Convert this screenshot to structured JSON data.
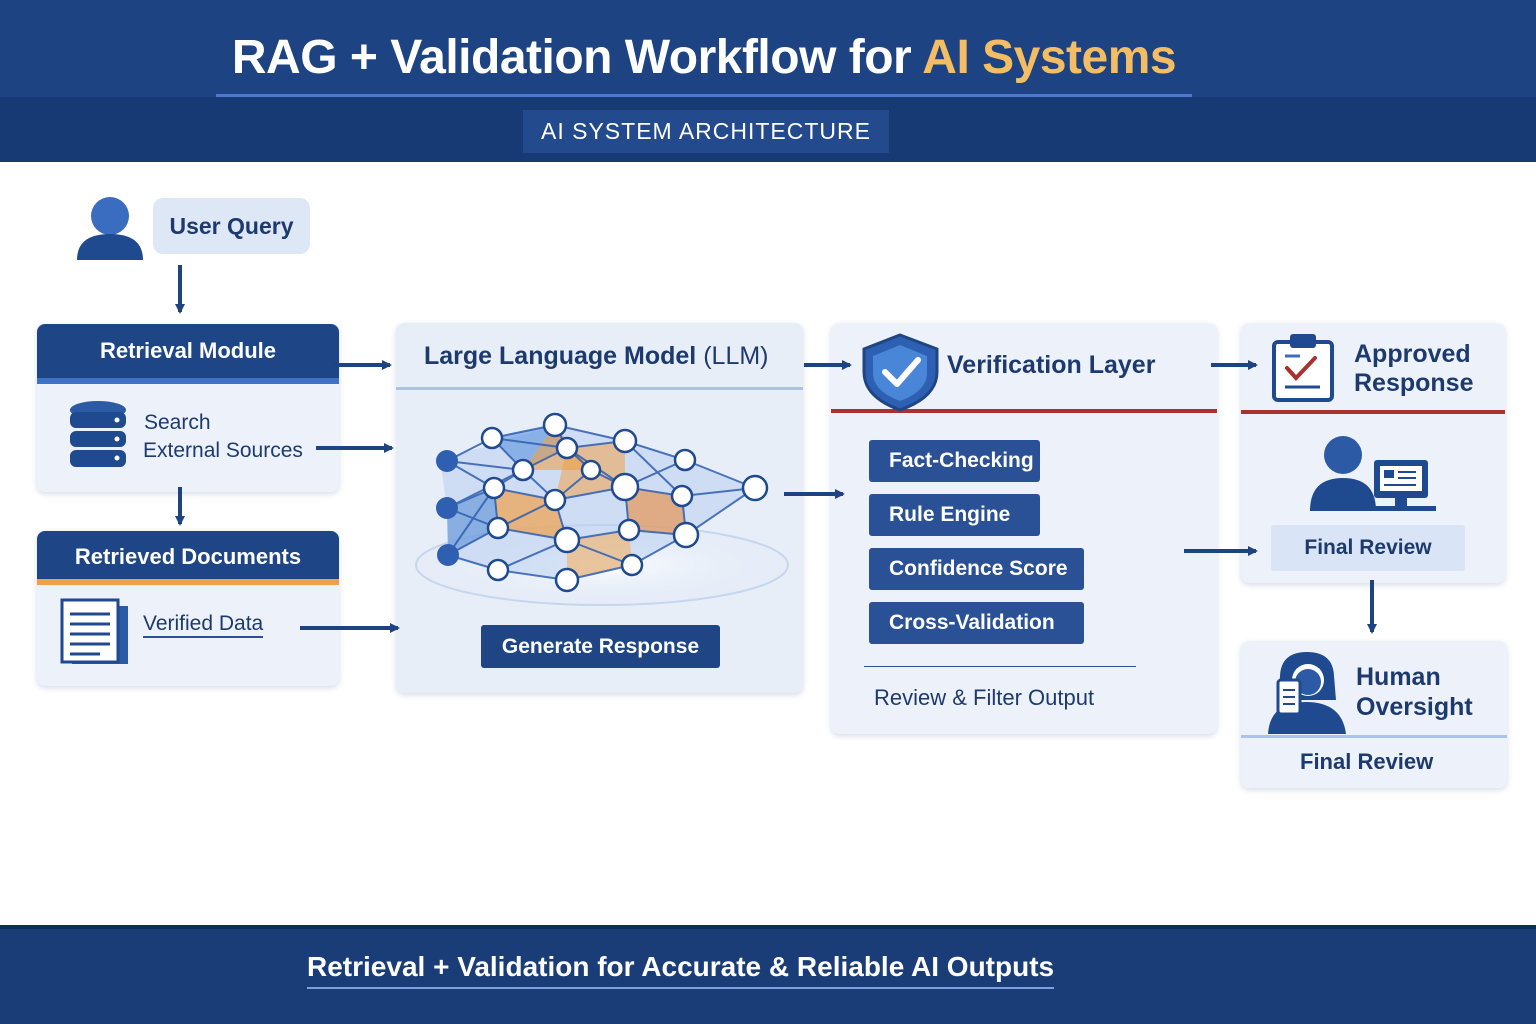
{
  "header": {
    "title_main": "RAG + Validation Workflow for ",
    "title_accent": "AI Systems",
    "subtitle": "AI SYSTEM ARCHITECTURE"
  },
  "user": {
    "query_label": "User Query"
  },
  "retrieval": {
    "title": "Retrieval Module",
    "line1": "Search",
    "line2": "External Sources"
  },
  "retrieved": {
    "title": "Retrieved Documents",
    "data_label": "Verified Data"
  },
  "llm": {
    "title": "Large Language Model",
    "title_suffix": "(LLM)",
    "button": "Generate Response"
  },
  "verification": {
    "title": "Verification Layer",
    "checks": [
      "Fact-Checking",
      "Rule Engine",
      "Confidence Score",
      "Cross-Validation"
    ],
    "footer": "Review & Filter Output"
  },
  "approved": {
    "title_line1": "Approved",
    "title_line2": "Response",
    "button": "Final Review"
  },
  "oversight": {
    "title_line1": "Human",
    "title_line2": "Oversight",
    "footer": "Final Review"
  },
  "footer": {
    "tagline": "Retrieval + Validation for Accurate & Reliable AI Outputs"
  },
  "colors": {
    "navy": "#1e4382",
    "accent_gold": "#f4bd63",
    "accent_red": "#a8322e",
    "panel_bg": "#edf2fa"
  }
}
